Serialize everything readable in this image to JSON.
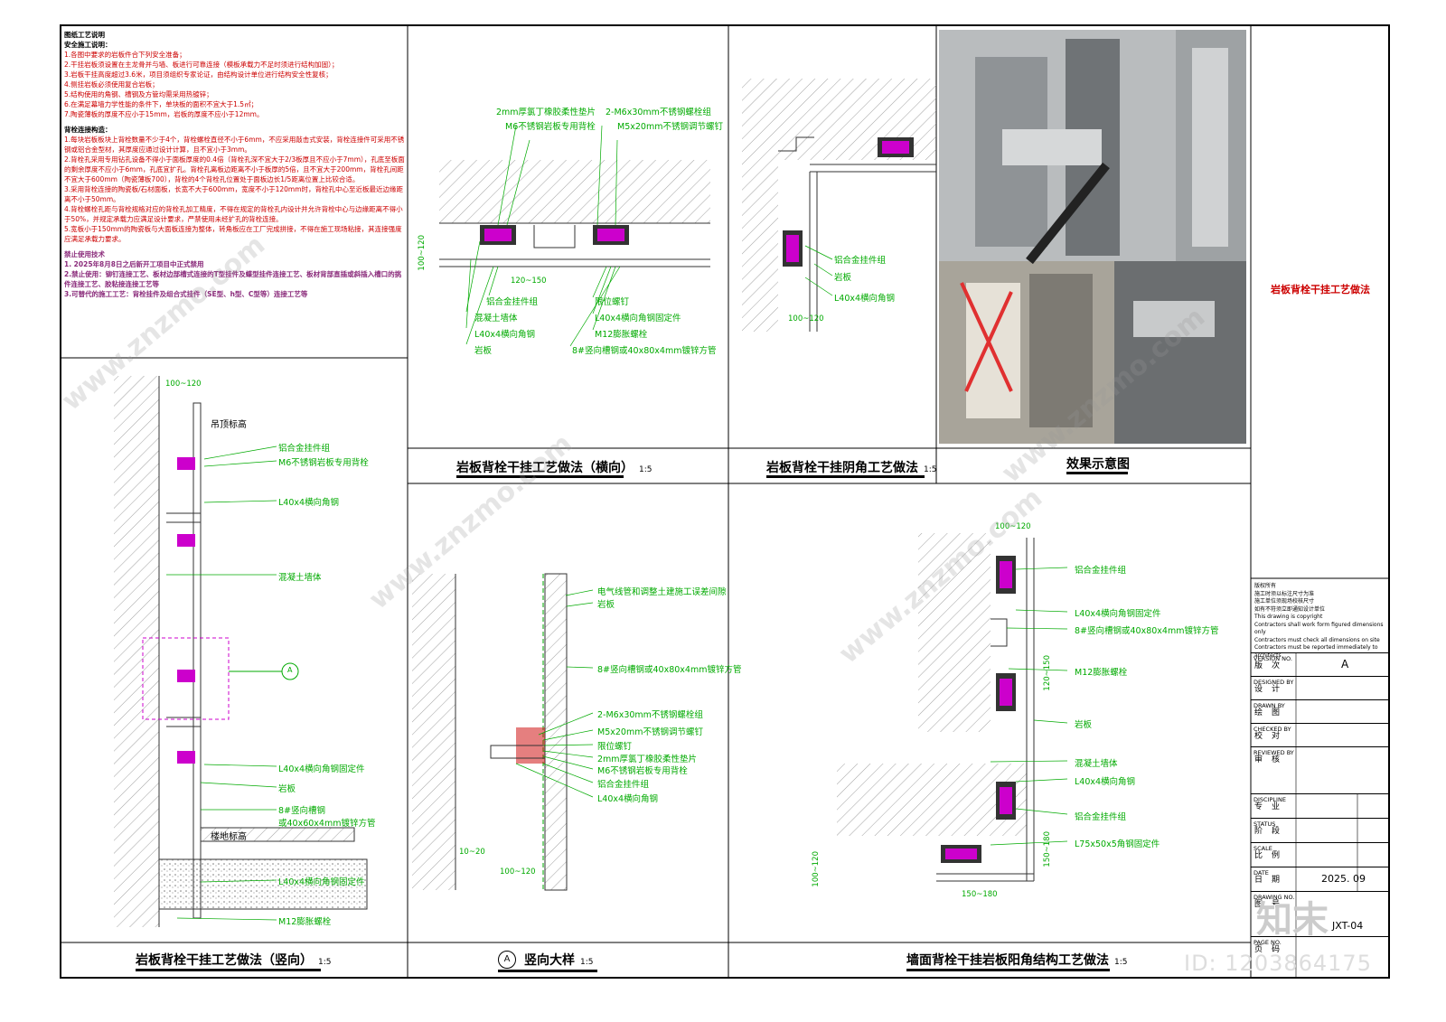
{
  "notes": {
    "heading": "图纸工艺说明",
    "safety_heading": "安全施工说明：",
    "safety_items": [
      "1.各图中要求的岩板件合下列安全准备；",
      "2.干挂岩板须设置在主龙骨并与墙、板进行可靠连接（模板承载力不足时须进行结构加固）；",
      "3.岩板干挂高度超过3.6米，项目须组织专家论证，由结构设计单位进行结构安全性复核；",
      "4.侧挂岩板必须使用复合岩板；",
      "5.结构使用的角钢、槽钢及方管均需采用热镀锌；",
      "6.在满足幕墙力学性能的条件下，单块板的面积不宜大于1.5㎡；",
      "7.陶瓷薄板的厚度不应小于15mm，岩板的厚度不应小于12mm。"
    ],
    "anchor_heading": "背栓连接构造：",
    "anchor_items": [
      "1.每块岩板板块上背栓数量不少于4个，背栓螺栓直径不小于6mm，不应采用敲击式安装，背栓连接件可采用不锈钢或铝合金型材，其厚度应通过设计计算，且不宜小于3mm。",
      "2.背栓孔采用专用钻孔设备不得小于面板厚度的0.4倍（背栓孔深不宜大于2/3板厚且不应小于7mm），孔底至板面的剩余厚度不应小于6mm，孔底宜扩孔。背栓孔离板边距离不小于板厚的5倍，且不宜大于200mm，背栓孔间距不宜大于600mm（陶瓷薄板700），背栓的4个背栓孔位置处于面板边长1/5距离位置上比较合适。",
      "3.采用背栓连接的陶瓷板/石材面板，长宽不大于600mm，宽度不小于120mm时，背栓孔中心至近板最近边缘距离不小于50mm。",
      "4.背栓螺栓孔距与背栓规格对应的背栓孔加工精度，不得在规定的背栓孔内设计并允许背栓中心与边缘距离不得小于50%，并规定承载力应满足设计要求，严禁使用未经扩孔的背栓连接。",
      "5.宽板小于150mm的陶瓷板与大面板连接为整体，转角板应在工厂完成拼接，不得在施工现场粘接，其连接强度应满足承载力要求。"
    ],
    "prohibit_heading": "禁止使用技术",
    "prohibit_items": [
      "1. 2025年8月8日之后新开工项目中正式禁用",
      "2.禁止使用：铆钉连接工艺、板材边部槽式连接的T型挂件及蝶型挂件连接工艺、板材背部直插或斜插入槽口的挑件连接工艺、胶粘接连接工艺等",
      "3.可替代的施工工艺：背栓挂件及组合式挂件（SE型、h型、C型等）连接工艺等"
    ]
  },
  "titles": {
    "vertical": "岩板背栓干挂工艺做法（竖向）",
    "vertical_scale": "1:5",
    "horizontal": "岩板背栓干挂工艺做法（横向）",
    "horizontal_scale": "1:5",
    "inner_corner": "岩板背栓干挂阴角工艺做法",
    "inner_corner_scale": "1:5",
    "effect": "效果示意图",
    "detail_letter": "A",
    "detail": "竖向大样",
    "detail_scale": "1:5",
    "outer_corner": "墙面背栓干挂岩板阳角结构工艺做法",
    "outer_corner_scale": "1:5"
  },
  "vertical_labels": {
    "dim_top": "100~120",
    "ceiling": "吊顶标高",
    "floor": "楼地标高",
    "callout": "A",
    "l1": "铝合金挂件组",
    "l2": "M6不锈钢岩板专用背栓",
    "l3": "L40x4横向角钢",
    "l4": "混凝土墙体",
    "l5": "L40x4横向角钢固定件",
    "l6": "岩板",
    "l7a": "8#竖向槽钢",
    "l7b": "或40x60x4mm镀锌方管",
    "l8": "L40x4横向角钢固定件",
    "l9": "M12膨胀螺栓"
  },
  "horizontal_labels": {
    "t1": "2mm厚氯丁橡胶柔性垫片",
    "t2": "M6不锈钢岩板专用背栓",
    "t3": "2-M6x30mm不锈钢螺栓组",
    "t4": "M5x20mm不锈钢调节螺钉",
    "dim_v": "100~120",
    "dim_h": "120~150",
    "b1": "铝合金挂件组",
    "b2": "混凝土墙体",
    "b3": "L40x4横向角钢",
    "b4": "岩板",
    "b5": "限位螺钉",
    "b6": "L40x4横向角钢固定件",
    "b7": "M12膨胀螺栓",
    "b8": "8#竖向槽钢或40x80x4mm镀锌方管"
  },
  "inner_labels": {
    "l1": "铝合金挂件组",
    "l2": "岩板",
    "l3": "L40x4横向角钢",
    "dim": "100~120"
  },
  "detail_labels": {
    "l1": "电气线管和调整土建施工误差间隙",
    "l2": "岩板",
    "l3": "8#竖向槽钢或40x80x4mm镀锌方管",
    "l4": "2-M6x30mm不锈钢螺栓组",
    "l5": "M5x20mm不锈钢调节螺钉",
    "l6": "限位螺钉",
    "l7": "2mm厚氯丁橡胶柔性垫片",
    "l8": "M6不锈钢岩板专用背栓",
    "l9": "铝合金挂件组",
    "l10": "L40x4横向角钢",
    "dim1": "10~20",
    "dim2": "100~120"
  },
  "outer_labels": {
    "dim_top": "100~120",
    "l1": "铝合金挂件组",
    "l2": "L40x4横向角钢固定件",
    "l3": "8#竖向槽钢或40x80x4mm镀锌方管",
    "l4": "M12膨胀螺栓",
    "l5": "岩板",
    "l6": "混凝土墙体",
    "l7": "L40x4横向角钢",
    "l8": "铝合金挂件组",
    "l9": "L75x50x5角钢固定件",
    "dim_v1": "120~150",
    "dim_v2": "150~180",
    "dim_v3": "100~120",
    "dim_h": "150~180"
  },
  "sidebar": {
    "project": "岩板背栓干挂工艺做法"
  },
  "titleblock": {
    "copyright_cn": [
      "版权所有",
      "施工时须以标注尺寸为准",
      "施工单位须现场校核尺寸",
      "如有不符须立即通知设计单位"
    ],
    "copyright_en": [
      "This drawing is copyright",
      "Contractors shall work form figured dimensions only",
      "Contractors must check all dimensions on site",
      "Contractors must be reported immediately to architects"
    ],
    "version_label_en": "VERSION NO.",
    "version_label_cn": "版次",
    "version_value": "A",
    "designed_en": "DESIGNED BY",
    "designed_cn": "设计",
    "drawn_en": "DRAWN BY",
    "drawn_cn": "绘图",
    "checked_en": "CHECKED BY",
    "checked_cn": "校对",
    "reviewed_en": "REVIEWED BY",
    "reviewed_cn": "审核",
    "discipline_en": "DISCIPLINE",
    "discipline_cn": "专业",
    "status_en": "STATUS",
    "status_cn": "阶段",
    "scale_en": "SCALE",
    "scale_cn": "比例",
    "date_en": "DATE",
    "date_cn": "日期",
    "date_value": "2025. 09",
    "drawingno_en": "DRAWING NO.",
    "drawingno_cn": "图号",
    "drawingno_value": "JXT-04",
    "page_en": "PAGE NO.",
    "page_cn": "页码"
  },
  "watermark": {
    "text": "www.znzmo.com",
    "logo": "知末",
    "id": "ID: 1203864175"
  },
  "colors": {
    "label_green": "#00aa00",
    "note_red": "#cc0000",
    "prohibit_purple": "#8a2a7a",
    "line_magenta": "#cc00cc"
  }
}
